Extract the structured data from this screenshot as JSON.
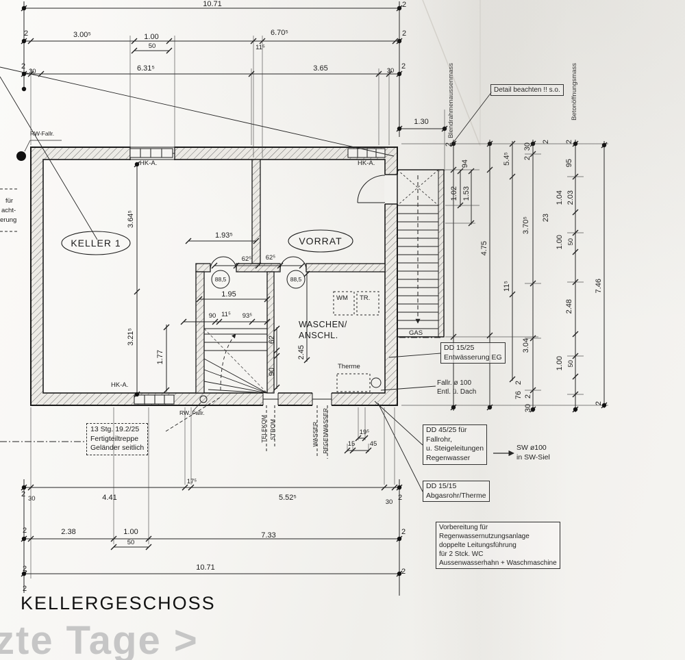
{
  "sheet": {
    "title": "KELLERGESCHOSS",
    "watermark": "zte Tage >"
  },
  "rooms": {
    "keller": "KELLER 1",
    "vorrat": "VORRAT",
    "waschen_line1": "WASCHEN/",
    "waschen_line2": "ANSCHL."
  },
  "labels": {
    "hk_a": "HK-A.",
    "wm": "WM",
    "tr": "TR.",
    "therme": "Therme",
    "gas": "GAS",
    "rw_fallr_top": "RW-Fallr.",
    "rw_fallr_bottom": "RW. Fallr.",
    "telekom": "TELEKOM",
    "strom": "STROM",
    "wasser": "WASSER",
    "regenwasser": "REGENWASSER",
    "blendrahmen": "Blendrahmenaussenmass",
    "betonoeffnung": "Betonöffnungsmass",
    "cut_fuer": "für",
    "cut_acht": "acht-",
    "cut_erung": "erung"
  },
  "notes": {
    "detail": "Detail beachten !! s.o.",
    "treppe": [
      "13 Stg. 19.2/25",
      "Fertigteiltreppe",
      "Geländer seitlich"
    ],
    "dd_15_25": [
      "DD 15/25",
      "Entwässerung EG"
    ],
    "fallrohr": [
      "Fallr. ø 100",
      "Entl. ü. Dach"
    ],
    "dd_45_25": [
      "DD 45/25 für",
      "Fallrohr,",
      "u. Steigeleitungen",
      "Regenwasser"
    ],
    "sw_siel": [
      "SW ø100",
      "in SW-Siel"
    ],
    "dd_15_15": [
      "DD 15/15",
      "Abgasrohr/Therme"
    ],
    "vorbereitung": [
      "Vorbereitung für",
      "Regenwassernutzungsanlage",
      "doppelte Leitungsführung",
      "für 2 Stck. WC",
      "Aussenwasserhahn + Waschmaschine"
    ]
  },
  "dims": {
    "d2": "2",
    "d30": "30",
    "d50": "50",
    "d15": "15",
    "d45": "45",
    "d76": "76",
    "d23": "23",
    "d62": "62",
    "d90": "90",
    "d94": "94",
    "d95": "95",
    "d11_5": "11⁵",
    "d17_5": "17⁵",
    "d19_5": "19⁵",
    "d54_5": "5.4⁵",
    "d62_5": "62⁵",
    "d88_5": "88,5",
    "d93_5": "93⁵",
    "d1071": "10.71",
    "d300_5": "3.00⁵",
    "d100": "1.00",
    "d670_5": "6.70⁵",
    "d631_5": "6.31⁵",
    "d365": "3.65",
    "d130": "1.30",
    "d364_5": "3.64⁵",
    "d193_5": "1.93⁵",
    "d195": "1.95",
    "d321_5": "3.21⁵",
    "d177": "1.77",
    "d245": "2.45",
    "d102": "1.02",
    "d153": "1.53",
    "d475": "4.75",
    "d370_5": "3.70⁵",
    "d104": "1.04",
    "d203": "2.03",
    "d248": "2.48",
    "d746": "7.46",
    "d304": "3.04",
    "d441": "4.41",
    "d552_5": "5.52⁵",
    "d238": "2.38",
    "d733": "7.33"
  }
}
